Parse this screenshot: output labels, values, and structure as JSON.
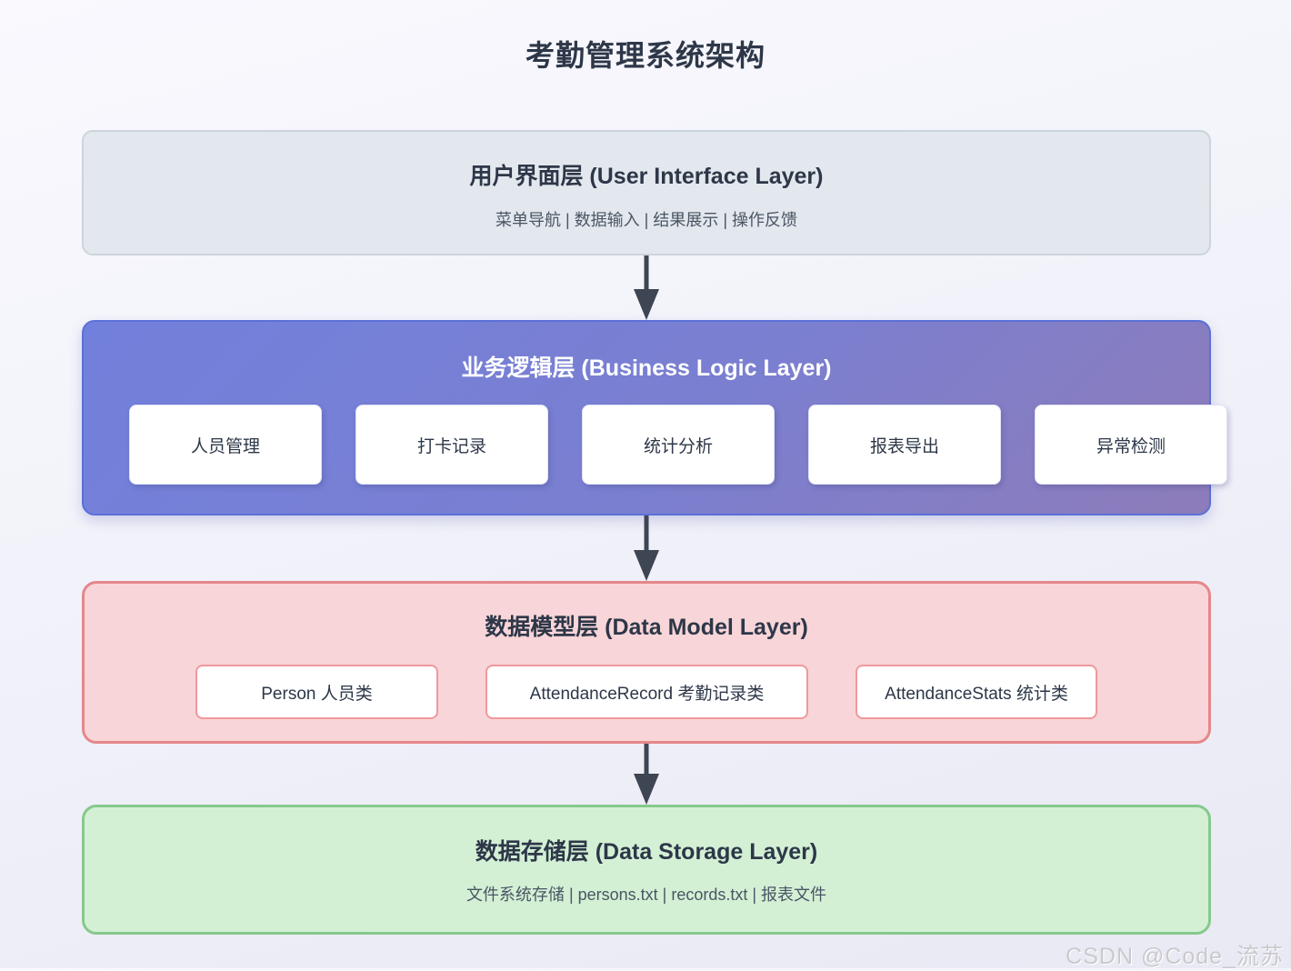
{
  "page": {
    "title": "考勤管理系统架构",
    "watermark": "CSDN @Code_流苏"
  },
  "layers": [
    {
      "id": "ui",
      "title": "用户界面层 (User Interface Layer)",
      "subtitle": "菜单导航 | 数据输入 | 结果展示 | 操作反馈"
    },
    {
      "id": "business",
      "title": "业务逻辑层 (Business Logic Layer)",
      "modules": [
        "人员管理",
        "打卡记录",
        "统计分析",
        "报表导出",
        "异常检测"
      ]
    },
    {
      "id": "model",
      "title": "数据模型层 (Data Model Layer)",
      "classes": [
        "Person 人员类",
        "AttendanceRecord 考勤记录类",
        "AttendanceStats 统计类"
      ]
    },
    {
      "id": "storage",
      "title": "数据存储层 (Data Storage Layer)",
      "subtitle": "文件系统存储 | persons.txt | records.txt | 报表文件"
    }
  ],
  "colors": {
    "ui_fill": "#e3e8ee",
    "ui_border": "#ccd4dc",
    "business_gradient_start": "#7180dc",
    "business_gradient_end": "#8d7cba",
    "business_border": "#5b70d8",
    "model_fill": "#f8d5d8",
    "model_border": "#e5878b",
    "storage_fill": "#d3f0d5",
    "storage_border": "#86c98b",
    "arrow": "#3e4553",
    "text_dark": "#2d3748",
    "text_muted": "#4a5563"
  }
}
